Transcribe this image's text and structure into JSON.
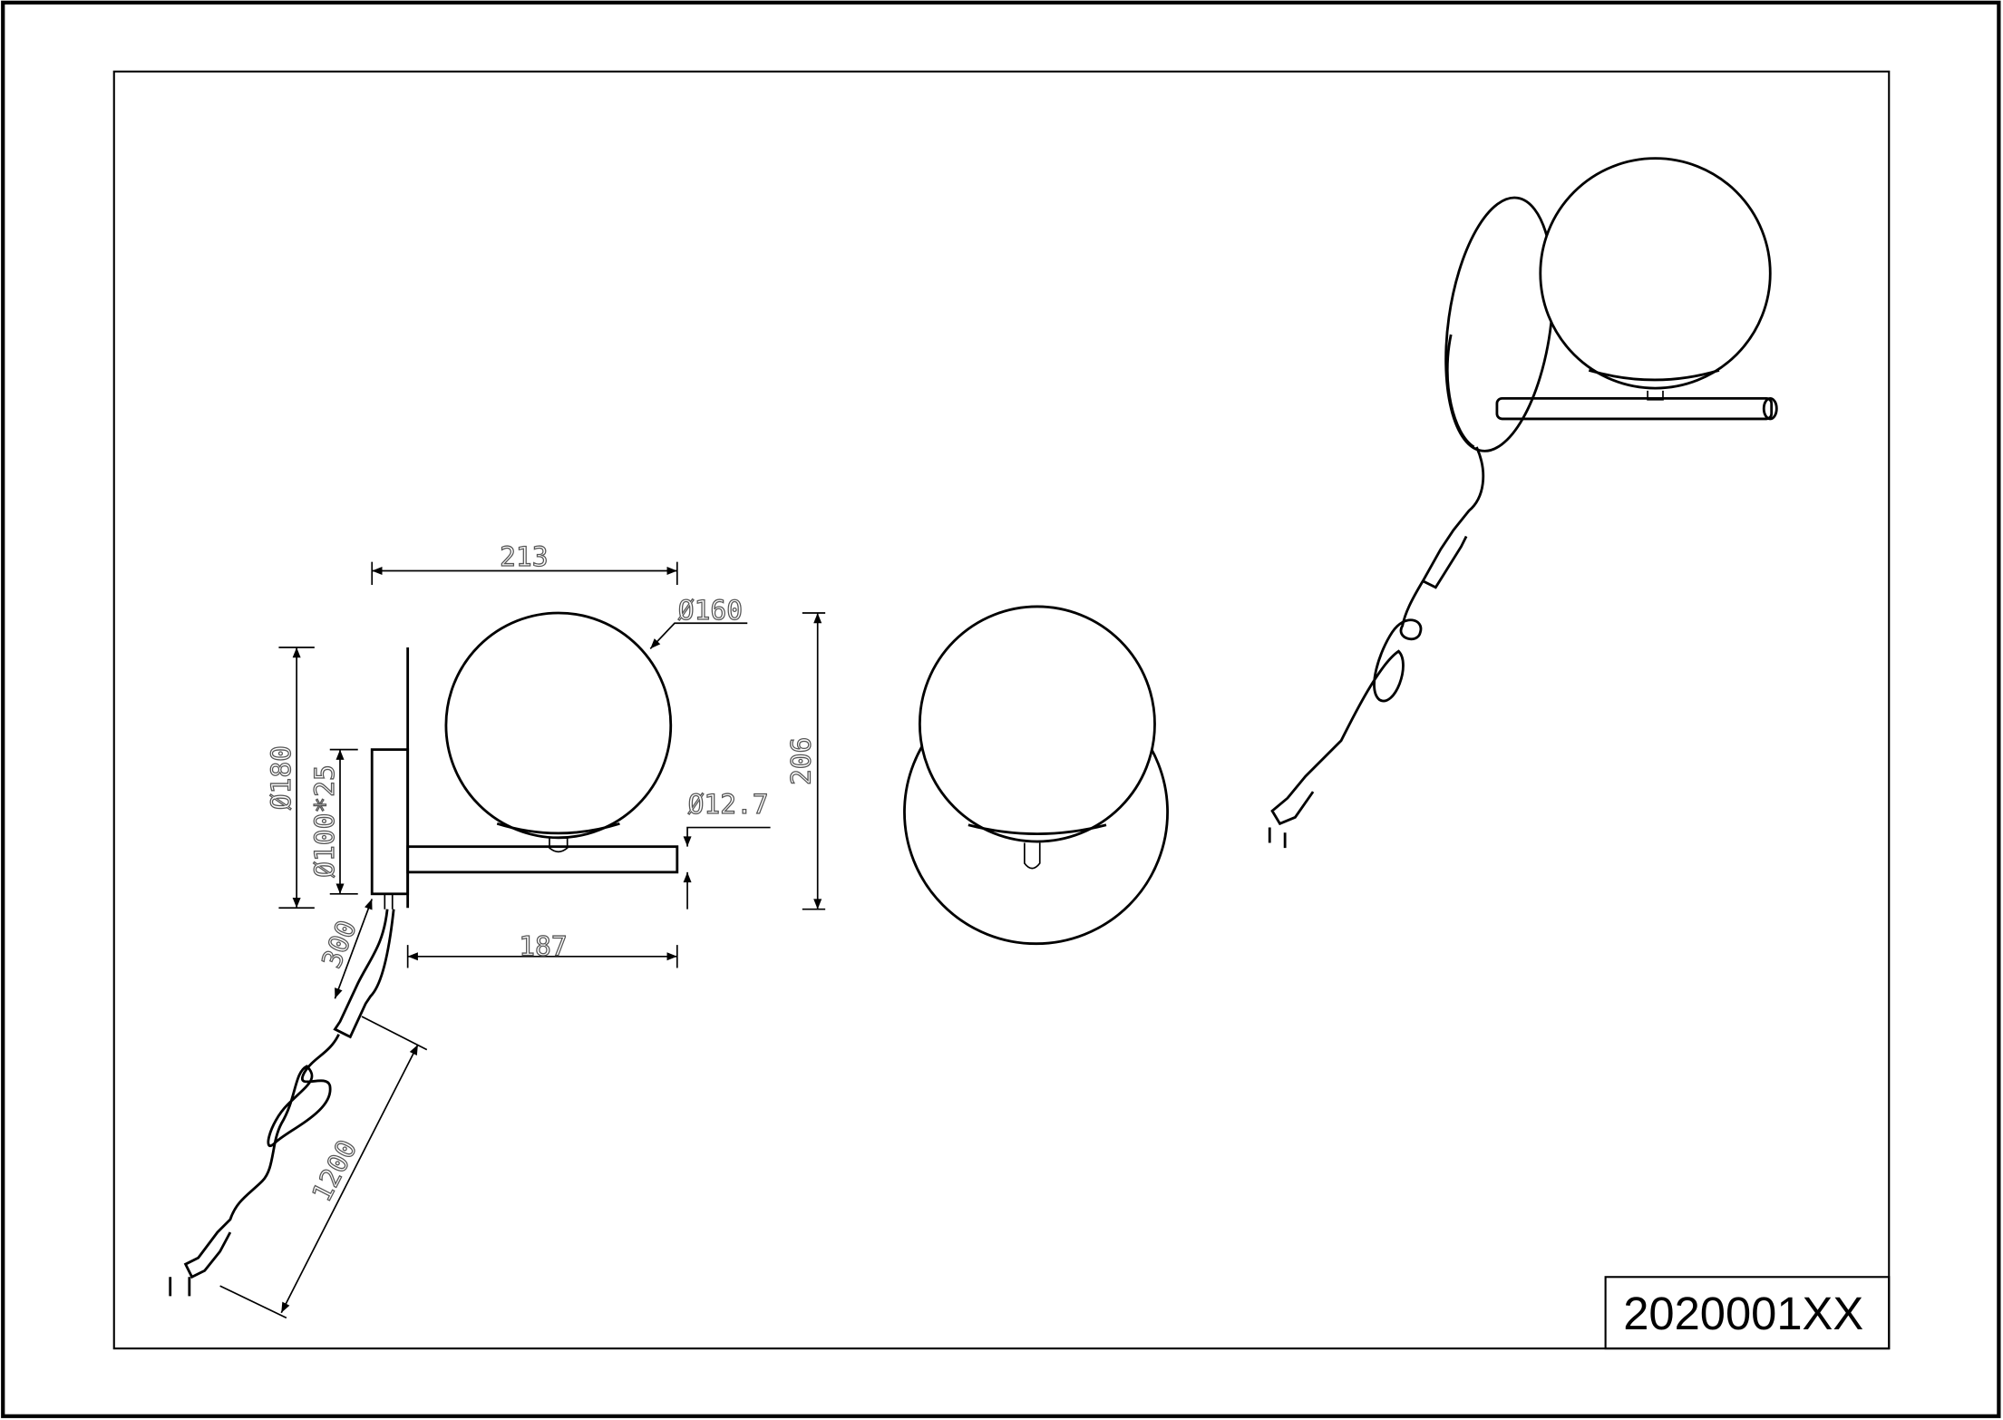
{
  "title_block": {
    "code": "2020001XX"
  },
  "dimensions": {
    "width_total": "213",
    "globe_diameter": "Ø160",
    "backplate_diameter": "Ø180",
    "box_size": "Ø100*25",
    "arm_diameter": "Ø12.7",
    "height_total": "206",
    "arm_length": "187",
    "cable_to_switch": "300",
    "cable_length": "1200"
  }
}
